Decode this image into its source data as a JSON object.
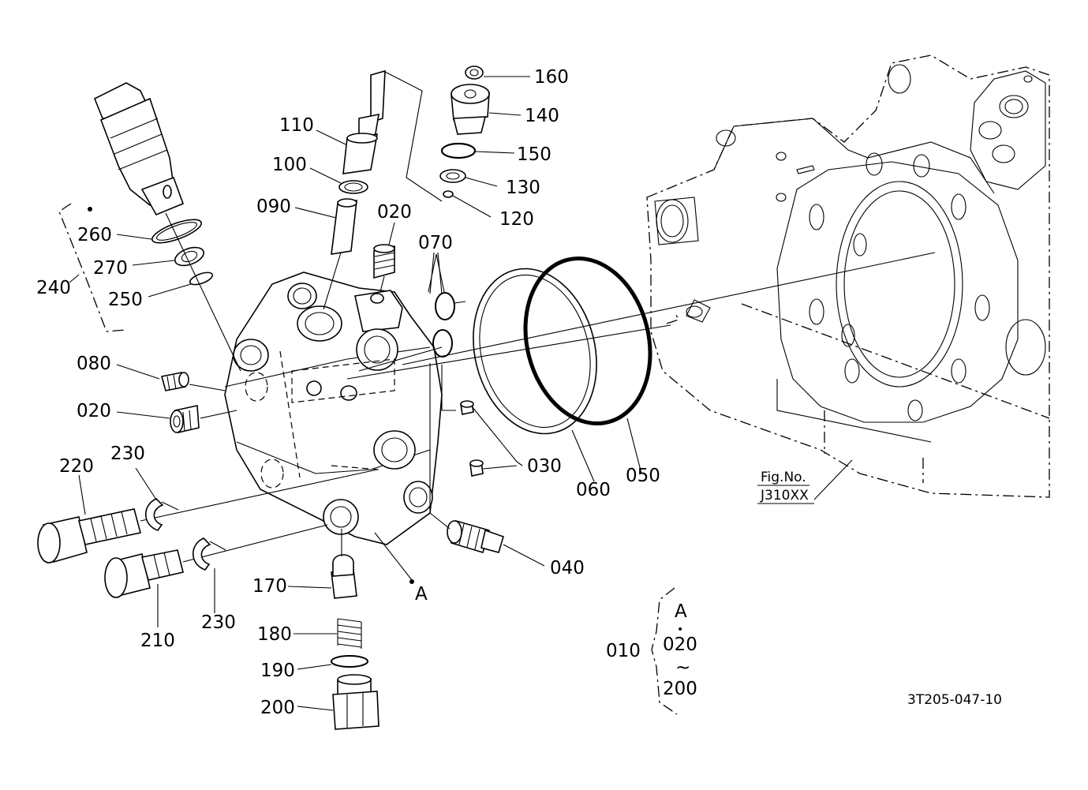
{
  "figure_no": {
    "line1": "Fig.No.",
    "line2": "J310XX"
  },
  "drawing_code": "3T205-047-10",
  "callouts": {
    "c160": "160",
    "c140": "140",
    "c150": "150",
    "c130": "130",
    "c120": "120",
    "c110": "110",
    "c100": "100",
    "c090": "090",
    "c020_top": "020",
    "c070": "070",
    "c260": "260",
    "c270": "270",
    "c250": "250",
    "c240": "240",
    "c080": "080",
    "c020_mid": "020",
    "c030": "030",
    "c060": "060",
    "c050": "050",
    "c220": "220",
    "c230_top": "230",
    "c230_bot": "230",
    "c210": "210",
    "c040": "040",
    "c170": "170",
    "c180": "180",
    "c190": "190",
    "c200": "200",
    "reference_a": "A"
  },
  "assembly_legend": {
    "main": "010",
    "ref": "A",
    "dot": "•",
    "from": "020",
    "range": "~",
    "to": "200"
  }
}
